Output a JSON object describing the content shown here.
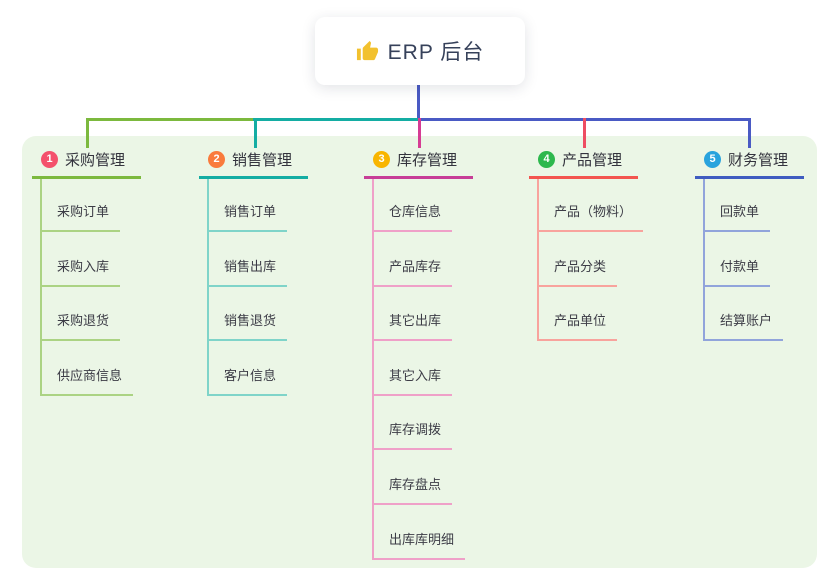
{
  "root": {
    "title": "ERP 后台",
    "icon": "thumbs-up-icon"
  },
  "colors": {
    "canvas_bg": "#ffffff",
    "panel_bg": "#EBF6E6",
    "root_stem": "#4A5AC4",
    "root_text": "#36415A",
    "thumb_icon": "#F2C12E"
  },
  "branches": [
    {
      "num": "1",
      "label": "采购管理",
      "badge_color": "#F4516C",
      "line_color": "#7CB93E",
      "subline_color": "#ABD383",
      "drop_color": "#7CB93E",
      "items": [
        "采购订单",
        "采购入库",
        "采购退货",
        "供应商信息"
      ]
    },
    {
      "num": "2",
      "label": "销售管理",
      "badge_color": "#F97B3C",
      "line_color": "#14ADA3",
      "subline_color": "#7FD4C9",
      "drop_color": "#14ADA3",
      "items": [
        "销售订单",
        "销售出库",
        "销售退货",
        "客户信息"
      ]
    },
    {
      "num": "3",
      "label": "库存管理",
      "badge_color": "#F8B500",
      "line_color": "#C73E97",
      "subline_color": "#EFA0C8",
      "drop_color": "#D63C94",
      "items": [
        "仓库信息",
        "产品库存",
        "其它出库",
        "其它入库",
        "库存调拨",
        "库存盘点",
        "出库库明细"
      ]
    },
    {
      "num": "4",
      "label": "产品管理",
      "badge_color": "#2DB84D",
      "line_color": "#F3554F",
      "subline_color": "#F8A39D",
      "drop_color": "#EE4D62",
      "items": [
        "产品（物料）",
        "产品分类",
        "产品单位"
      ]
    },
    {
      "num": "5",
      "label": "财务管理",
      "badge_color": "#29A3DD",
      "line_color": "#3F5CC0",
      "subline_color": "#91A4DB",
      "drop_color": "#4A5AC4",
      "items": [
        "回款单",
        "付款单",
        "结算账户"
      ]
    }
  ]
}
